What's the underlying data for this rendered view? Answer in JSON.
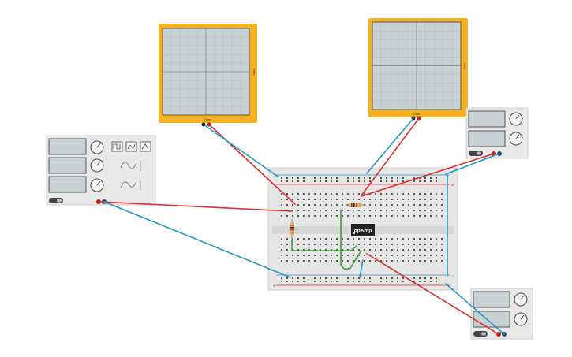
{
  "oscilloscopes": [
    {
      "id": "osc-left",
      "time_label": "Time",
      "side_label": "Volts"
    },
    {
      "id": "osc-right",
      "time_label": "Time",
      "side_label": "Volts"
    }
  ],
  "function_generator": {
    "id": "function-generator",
    "waveforms": [
      "square",
      "triangle",
      "sine"
    ]
  },
  "power_supplies": [
    {
      "id": "power-supply-top"
    },
    {
      "id": "power-supply-bottom"
    }
  ],
  "opamp": {
    "label": "opAmp"
  },
  "breadboard": {
    "plus_label": "+",
    "minus_label": "−"
  },
  "colors": {
    "oscilloscope_frame": "#f5b21e",
    "wire_red": "#d62d2d",
    "wire_blue": "#2398c8",
    "wire_green": "#3aa43a",
    "breadboard": "#e6e6e6",
    "instrument": "#e9e9e9"
  }
}
